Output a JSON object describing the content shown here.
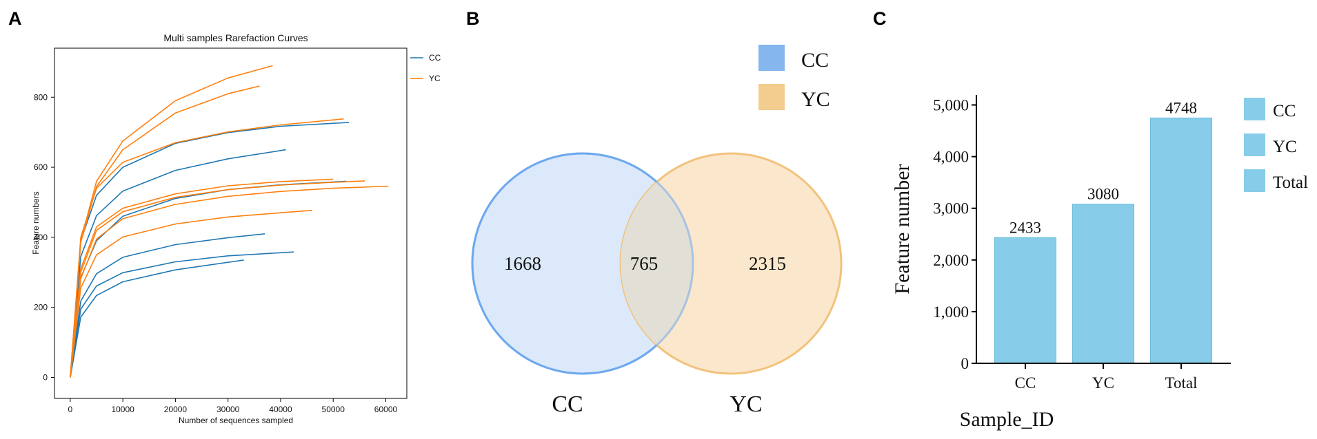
{
  "panels": {
    "a": {
      "label": "A"
    },
    "b": {
      "label": "B"
    },
    "c": {
      "label": "C"
    }
  },
  "colors": {
    "cc_line": "#1f77b4",
    "yc_line": "#ff7f0e",
    "venn_cc_fill": "#dbe9fa",
    "venn_cc_stroke": "#6ea8ef",
    "venn_yc_fill": "#fbe7cc",
    "venn_yc_stroke": "#f2c27c",
    "venn_overlap_fill": "#e2e0d6",
    "bar_fill": "#87cdea",
    "bar_stroke": "#6bbbdc"
  },
  "chart_data": [
    {
      "type": "line",
      "title": "Multi samples Rarefaction Curves",
      "xlabel": "Number of sequences sampled",
      "ylabel": "Feature numbers",
      "xlim": [
        -3000,
        64000
      ],
      "ylim": [
        -60,
        940
      ],
      "xticks": [
        0,
        10000,
        20000,
        30000,
        40000,
        50000,
        60000
      ],
      "xtick_labels": [
        "0",
        "10000",
        "20000",
        "30000",
        "40000",
        "50000",
        "60000"
      ],
      "yticks": [
        0,
        200,
        400,
        600,
        800
      ],
      "ytick_labels": [
        "0",
        "200",
        "400",
        "600",
        "800"
      ],
      "legend": {
        "position": "top-right",
        "entries": [
          "CC",
          "YC"
        ]
      },
      "grid": false,
      "series": [
        {
          "name": "CC",
          "group": "CC",
          "x": [
            0,
            2000,
            5000,
            10000,
            20000,
            30000,
            40000,
            53000
          ],
          "y": [
            0,
            390,
            520,
            600,
            668,
            699,
            717,
            728
          ]
        },
        {
          "name": "CC",
          "group": "CC",
          "x": [
            0,
            2000,
            5000,
            10000,
            20000,
            30000,
            41000
          ],
          "y": [
            0,
            345,
            462,
            532,
            591,
            624,
            650
          ]
        },
        {
          "name": "CC",
          "group": "CC",
          "x": [
            0,
            2000,
            5000,
            10000,
            20000,
            30000,
            40000,
            52500
          ],
          "y": [
            0,
            285,
            390,
            460,
            511,
            536,
            550,
            560
          ]
        },
        {
          "name": "CC",
          "group": "CC",
          "x": [
            0,
            2000,
            5000,
            10000,
            20000,
            30000,
            37000
          ],
          "y": [
            0,
            218,
            296,
            343,
            379,
            399,
            410
          ]
        },
        {
          "name": "CC",
          "group": "CC",
          "x": [
            0,
            2000,
            5000,
            10000,
            20000,
            30000,
            42500
          ],
          "y": [
            0,
            195,
            261,
            299,
            330,
            347,
            358
          ]
        },
        {
          "name": "CC",
          "group": "CC",
          "x": [
            0,
            2000,
            5000,
            10000,
            20000,
            33000
          ],
          "y": [
            0,
            172,
            234,
            273,
            307,
            335
          ]
        },
        {
          "name": "YC",
          "group": "YC",
          "x": [
            0,
            2000,
            5000,
            10000,
            20000,
            30000,
            38500
          ],
          "y": [
            0,
            390,
            560,
            675,
            790,
            855,
            890
          ]
        },
        {
          "name": "YC",
          "group": "YC",
          "x": [
            0,
            2000,
            5000,
            10000,
            20000,
            30000,
            36000
          ],
          "y": [
            0,
            385,
            545,
            650,
            755,
            810,
            832
          ]
        },
        {
          "name": "YC",
          "group": "YC",
          "x": [
            0,
            2000,
            5000,
            10000,
            20000,
            30000,
            40000,
            52000
          ],
          "y": [
            0,
            400,
            540,
            614,
            670,
            701,
            721,
            738
          ]
        },
        {
          "name": "YC",
          "group": "YC",
          "x": [
            0,
            2000,
            5000,
            10000,
            20000,
            30000,
            40000,
            50000
          ],
          "y": [
            0,
            310,
            430,
            483,
            524,
            547,
            559,
            566
          ]
        },
        {
          "name": "YC",
          "group": "YC",
          "x": [
            0,
            2000,
            5000,
            10000,
            20000,
            30000,
            40000,
            50000,
            56000
          ],
          "y": [
            0,
            300,
            420,
            473,
            514,
            536,
            549,
            557,
            561
          ]
        },
        {
          "name": "YC",
          "group": "YC",
          "x": [
            0,
            2000,
            5000,
            10000,
            20000,
            30000,
            40000,
            50000,
            60500
          ],
          "y": [
            0,
            282,
            395,
            453,
            494,
            517,
            531,
            540,
            546
          ]
        },
        {
          "name": "YC",
          "group": "YC",
          "x": [
            0,
            2000,
            5000,
            10000,
            20000,
            30000,
            40000,
            46000
          ],
          "y": [
            0,
            255,
            350,
            401,
            438,
            458,
            470,
            477
          ]
        }
      ]
    },
    {
      "type": "venn",
      "sets": [
        "CC",
        "YC"
      ],
      "set_labels": [
        "CC",
        "YC"
      ],
      "legend": {
        "position": "top-right",
        "entries": [
          "CC",
          "YC"
        ]
      },
      "regions": {
        "CC_only": 1668,
        "overlap": 765,
        "YC_only": 2315
      },
      "region_labels": {
        "CC_only": "1668",
        "overlap": "765",
        "YC_only": "2315"
      }
    },
    {
      "type": "bar",
      "xlabel": "Sample_ID",
      "ylabel": "Feature number",
      "categories": [
        "CC",
        "YC",
        "Total"
      ],
      "values": [
        2433,
        3080,
        4748
      ],
      "value_labels": [
        "2433",
        "3080",
        "4748"
      ],
      "ylim": [
        0,
        5300
      ],
      "yticks": [
        0,
        1000,
        2000,
        3000,
        4000,
        5000
      ],
      "ytick_labels": [
        "0",
        "1,000",
        "2,000",
        "3,000",
        "4,000",
        "5,000"
      ],
      "legend": {
        "position": "right",
        "entries": [
          "CC",
          "YC",
          "Total"
        ]
      },
      "grid": false
    }
  ]
}
